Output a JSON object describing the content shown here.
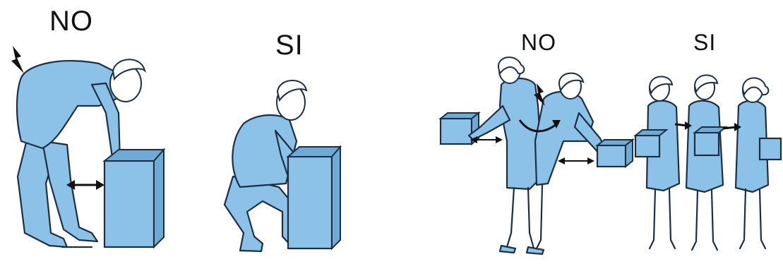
{
  "panels": {
    "left": {
      "wrong_label": "NO",
      "right_label": "SI"
    },
    "right": {
      "wrong_label": "NO",
      "right_label": "SI"
    }
  },
  "colors": {
    "figure_fill": "#8cc2e8",
    "outline": "#1b2f44",
    "background": "#ffffff",
    "arrow": "#111111"
  },
  "icons": {
    "pain": "lightning-bolt-icon",
    "distance": "double-arrow-icon",
    "rotation": "curved-arrow-icon"
  }
}
